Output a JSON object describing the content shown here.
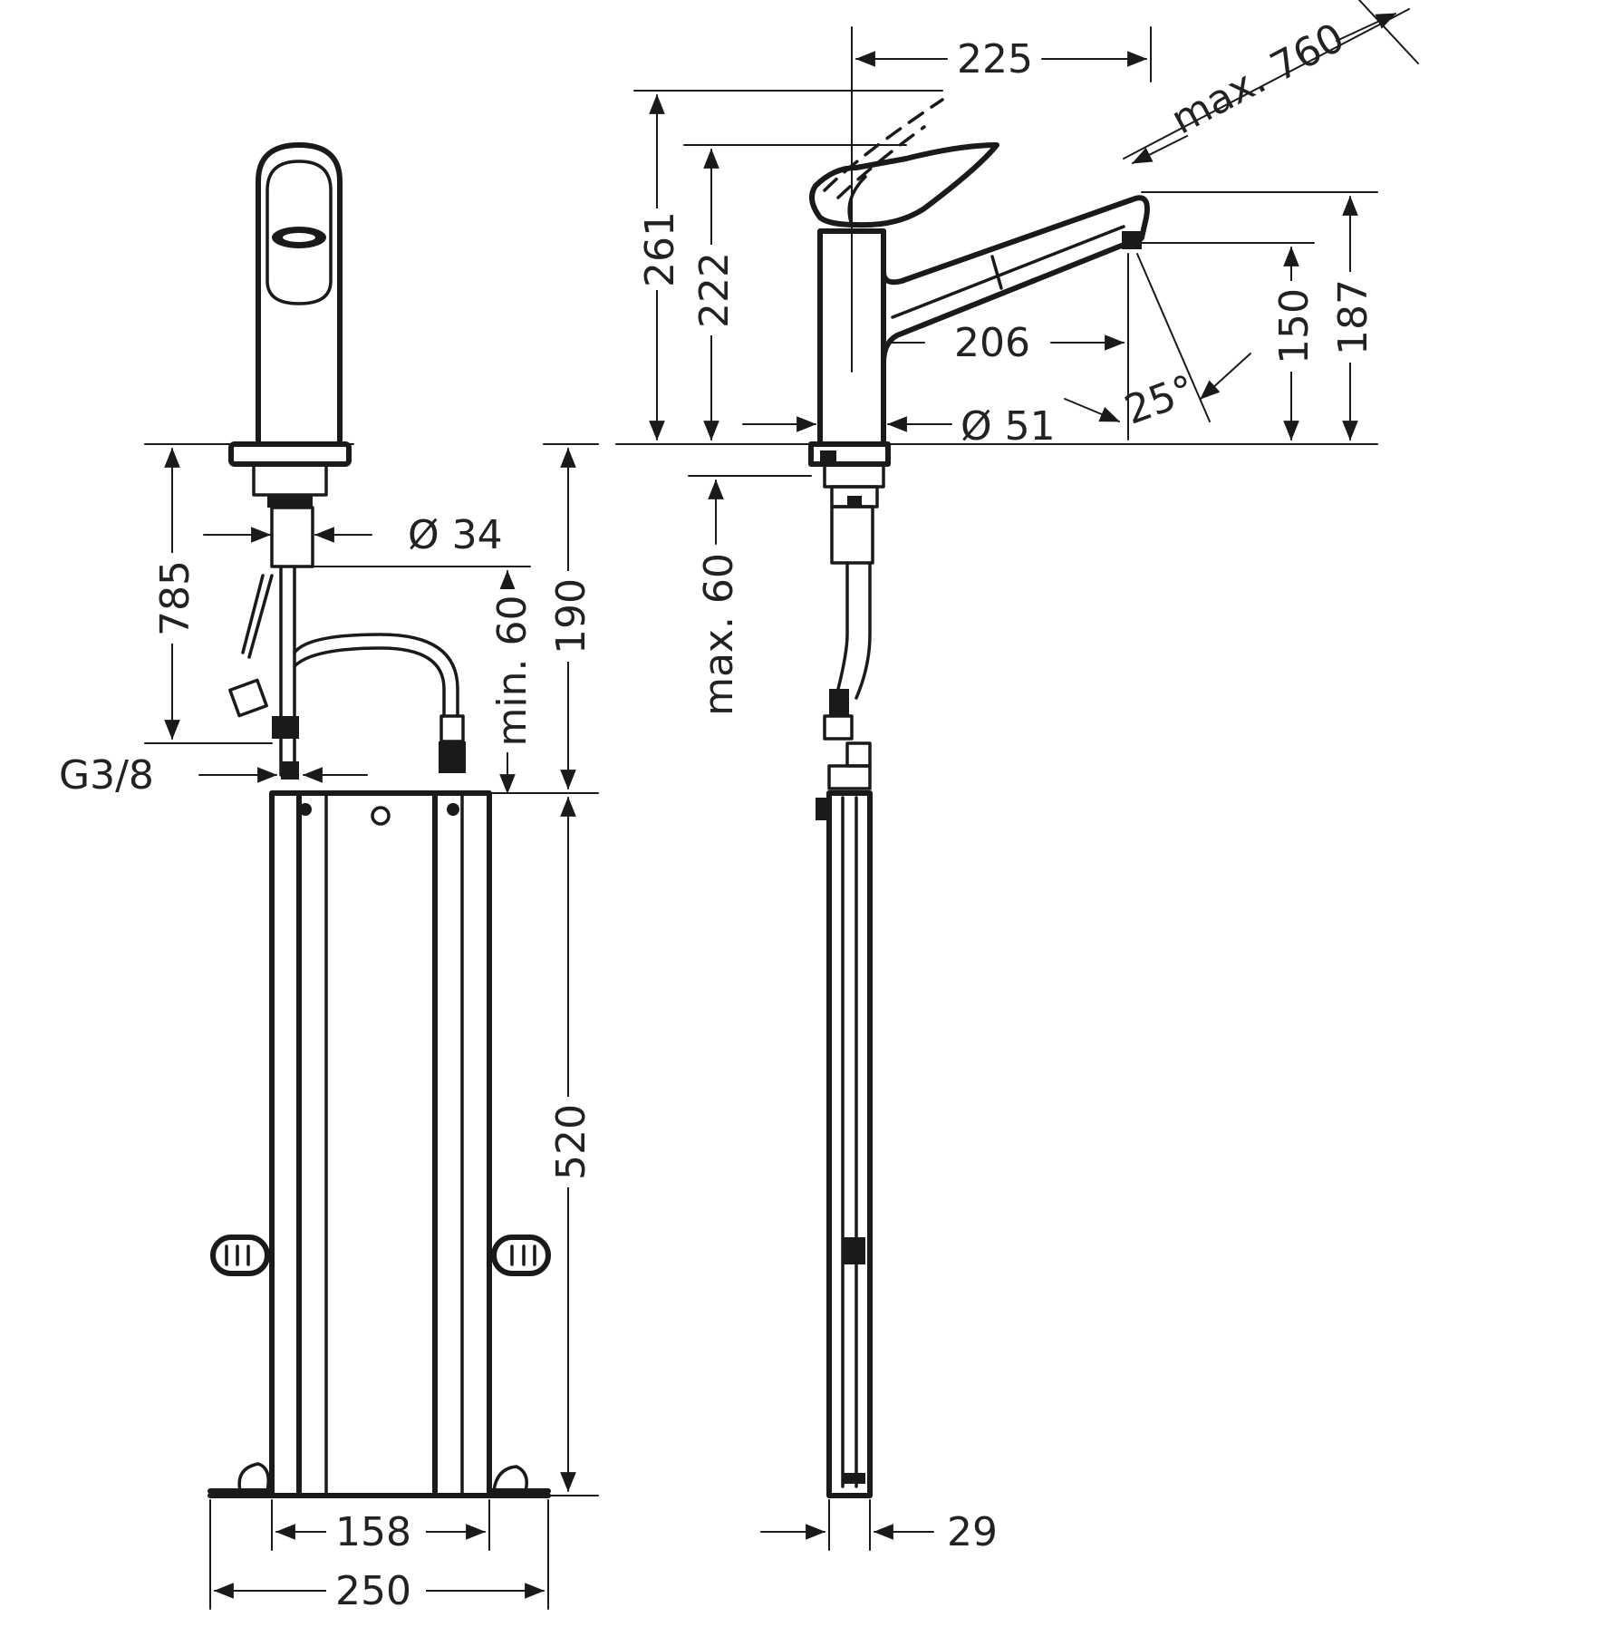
{
  "front_view": {
    "dim_base_height": "785",
    "dim_spout_diameter": "Ø 34",
    "dim_hose_clearance": "min. 60",
    "dim_connection_height": "190",
    "dim_thread": "G3/8",
    "dim_cabinet_height": "520",
    "dim_inner_width": "158",
    "dim_outer_width": "250"
  },
  "side_view": {
    "dim_spout_reach": "225",
    "dim_pullout_length": "max. 760",
    "dim_total_height": "261",
    "dim_lever_height": "222",
    "dim_spout_projection": "206",
    "dim_body_diameter": "Ø 51",
    "dim_angle": "25°",
    "dim_outlet_height": "150",
    "dim_spout_height": "187",
    "dim_deck_thickness": "max. 60",
    "dim_hose_width": "29"
  }
}
